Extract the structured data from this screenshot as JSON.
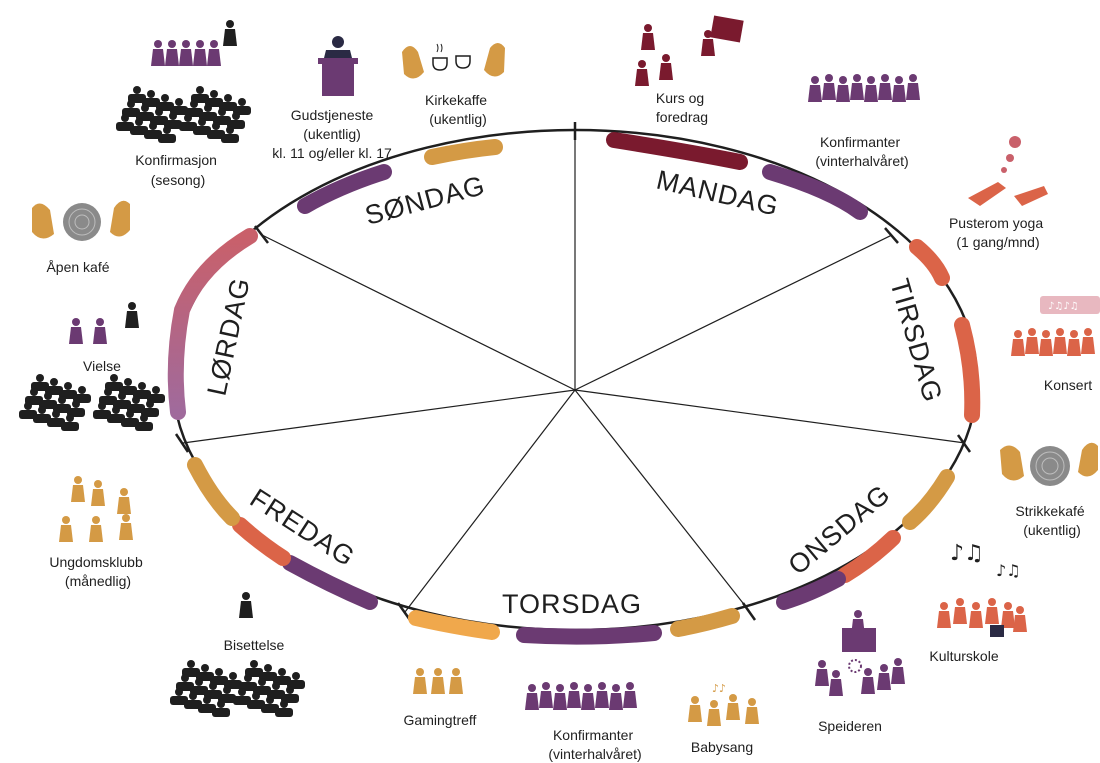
{
  "colors": {
    "purple": "#6b3a72",
    "gold": "#d49a45",
    "dark_red": "#7a1a2e",
    "coral": "#db6448",
    "rose": "#c9606a",
    "mauve": "#a06a9c",
    "light_orange": "#f0a84c",
    "ink": "#1f1f1f"
  },
  "days": [
    "MANDAG",
    "TIRSDAG",
    "ONSDAG",
    "TORSDAG",
    "FREDAG",
    "LØRDAG",
    "SØNDAG"
  ],
  "activities": {
    "konfirmasjon": [
      "Konfirmasjon",
      "(sesong)"
    ],
    "gudstjeneste": [
      "Gudstjeneste",
      "(ukentlig)",
      "kl. 11 og/eller kl. 17."
    ],
    "kirkekaffe": [
      "Kirkekaffe",
      "(ukentlig)"
    ],
    "kurs": [
      "Kurs og",
      "foredrag"
    ],
    "konfirmanter_man": [
      "Konfirmanter",
      "(vinterhalvåret)"
    ],
    "pusterom": [
      "Pusterom yoga",
      "(1 gang/mnd)"
    ],
    "konsert": [
      "Konsert"
    ],
    "strikkekafe": [
      "Strikkekafé",
      "(ukentlig)"
    ],
    "kulturskole": [
      "Kulturskole"
    ],
    "speideren": [
      "Speideren"
    ],
    "babysang": [
      "Babysang"
    ],
    "konfirmanter_tor": [
      "Konfirmanter",
      "(vinterhalvåret)"
    ],
    "gamingtreff": [
      "Gamingtreff"
    ],
    "bisettelse": [
      "Bisettelse"
    ],
    "ungdomsklubb": [
      "Ungdomsklubb",
      "(månedlig)"
    ],
    "vielse": [
      "Vielse"
    ],
    "apen_kafe": [
      "Åpen kafé"
    ]
  },
  "icons": {
    "konfirmasjon": "choir-and-congregation-icon",
    "gudstjeneste": "priest-at-pulpit-icon",
    "kirkekaffe": "coffee-cups-icon",
    "kurs": "lecture-icon",
    "konfirmanter": "group-icon",
    "pusterom": "yoga-icon",
    "konsert": "concert-icon",
    "strikkekafe": "knitting-icon",
    "kulturskole": "music-icon",
    "speideren": "scouts-icon",
    "babysang": "baby-song-icon",
    "gamingtreff": "gaming-icon",
    "bisettelse": "funeral-icon",
    "ungdomsklubb": "dancing-youth-icon",
    "vielse": "wedding-icon",
    "apen_kafe": "open-cafe-icon"
  }
}
